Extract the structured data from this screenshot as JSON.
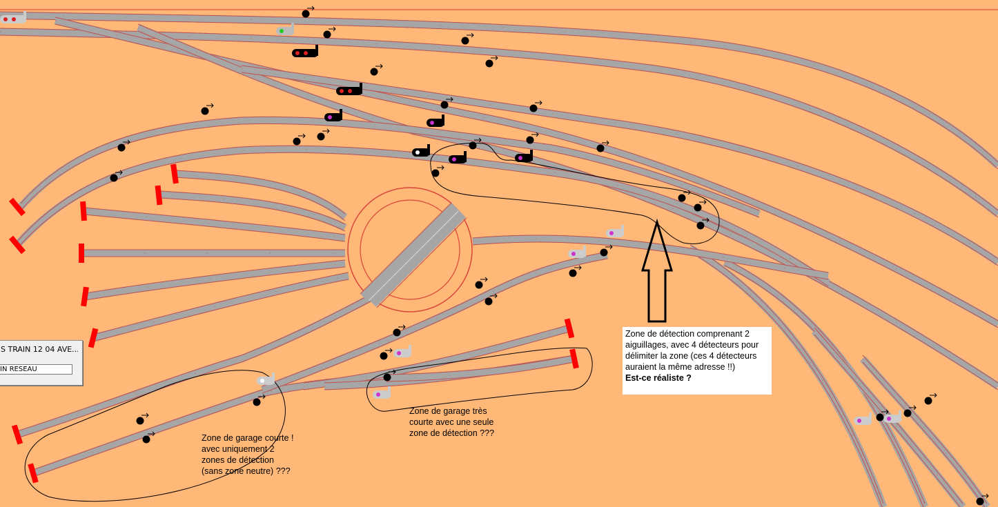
{
  "window": {
    "title": "S TRAIN 12 04  AVE...",
    "field_value": "IN RESEAU"
  },
  "annotations": {
    "zone_detection_body": "Zone de détection comprenant 2 aiguillages, avec 4 détecteurs pour délimiter la zone (ces 4 détecteurs auraient la même adresse !!)",
    "zone_detection_question": "Est-ce réaliste ?",
    "garage_short_lines": [
      "Zone de garage courte !",
      "avec uniquement 2",
      "zones de détection",
      "(sans zone neutre) ???"
    ],
    "garage_very_short_lines": [
      "Zone de garage très",
      "courte avec une seule",
      "zone de détection ???"
    ]
  },
  "colors": {
    "background": "#ffb877",
    "rail": "#a6a6a6",
    "rail_edge": "#c0504d",
    "buffer": "#ff0000",
    "detector": "#000000",
    "turntable": "#d9453a"
  },
  "icons": {
    "detector": "detector-dot-icon",
    "signal": "signal-icon",
    "buffer": "buffer-stop-icon",
    "arrow": "up-arrow-icon"
  }
}
